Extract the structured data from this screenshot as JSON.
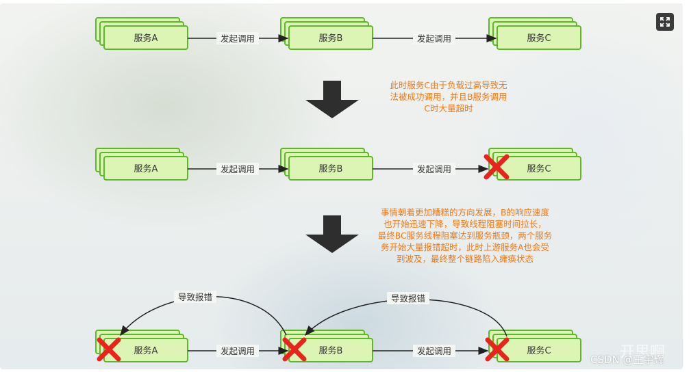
{
  "diagram": {
    "rows": [
      {
        "services": [
          "服务A",
          "服务B",
          "服务C"
        ],
        "edges": [
          "发起调用",
          "发起调用"
        ]
      },
      {
        "services": [
          "服务A",
          "服务B",
          "服务C"
        ],
        "edges": [
          "发起调用",
          "发起调用"
        ]
      },
      {
        "services": [
          "服务A",
          "服务B",
          "服务C"
        ],
        "edges": [
          "发起调用",
          "发起调用"
        ],
        "error_edges": [
          "导致报错",
          "导致报错"
        ]
      }
    ],
    "notes": [
      "此时服务C由于负载过高导致无\n法被成功调用，并且B服务调用\nC时大量超时",
      "事情朝着更加糟糕的方向发展，B的响应速度\n也开始迅速下降，导致线程阻塞时间拉长，\n最终BC服务线程阻塞达到服务瓶颈，两个服务\n务开始大量报错超时，此时上游服务A也会受\n到波及，最终整个链路陷入瘫痪状态"
    ]
  },
  "watermark": "CSDN @王宇辉",
  "watermark_faint": "开思啊",
  "colors": {
    "box_fill": "#dcf5b4",
    "box_border": "#5cb82a",
    "note_text": "#f07a1a",
    "cross": "#e8251d"
  }
}
